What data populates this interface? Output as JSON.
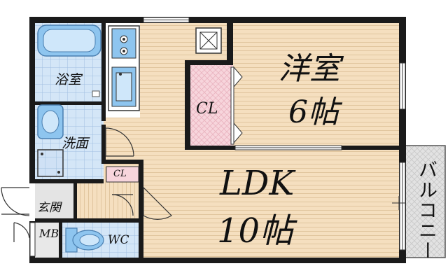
{
  "rooms": {
    "western": {
      "name": "洋室",
      "size": "6帖"
    },
    "ldk": {
      "name": "LDK",
      "size": "10帖"
    },
    "closet": "CL",
    "small_closet": "CL",
    "bath": "浴室",
    "washroom": "洗面",
    "entrance": "玄関",
    "meter_box": "MB",
    "toilet": "WC",
    "balcony": "バルコニー"
  },
  "colors": {
    "floor_wood": "#f5dfbf",
    "wall": "#1a1a1a",
    "tile": "#d4e6f7",
    "fixture_blue": "#8ec5ef",
    "closet_pink": "#f7d5dc",
    "balcony_grey": "#e2e2e2",
    "entrance_grey": "#e4e4e4"
  }
}
